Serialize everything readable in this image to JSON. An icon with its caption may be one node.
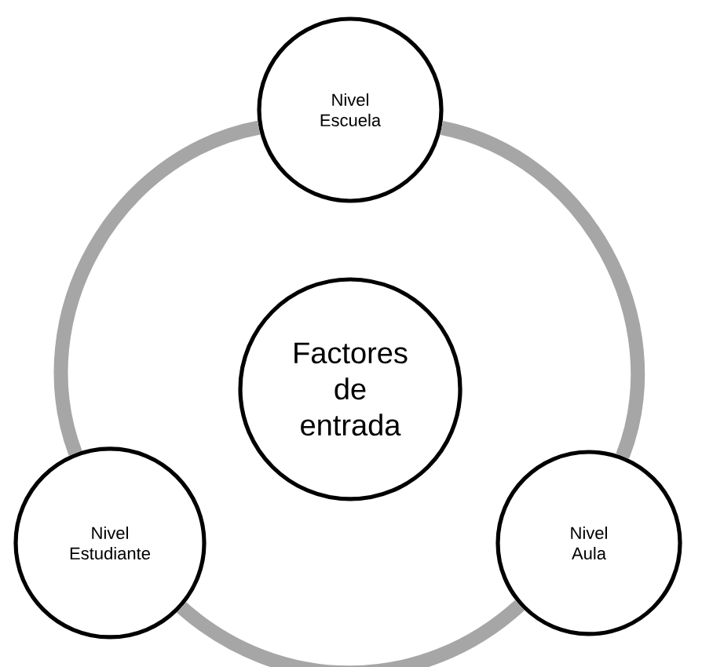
{
  "diagram": {
    "nodes": [
      {
        "text": [
          "Nivel Escuela"
        ]
      },
      {
        "text": [
          "Factores de entrada"
        ]
      },
      {
        "text": [
          "Nivel Estudiante"
        ]
      },
      {
        "text": [
          "Nivel Aula"
        ]
      }
    ],
    "edges": [
      {
        "from": 0,
        "to": 3,
        "arrow": "none"
      },
      {
        "from": 3,
        "to": 2,
        "arrow": "none"
      },
      {
        "from": 2,
        "to": 0,
        "arrow": "none"
      }
    ]
  }
}
